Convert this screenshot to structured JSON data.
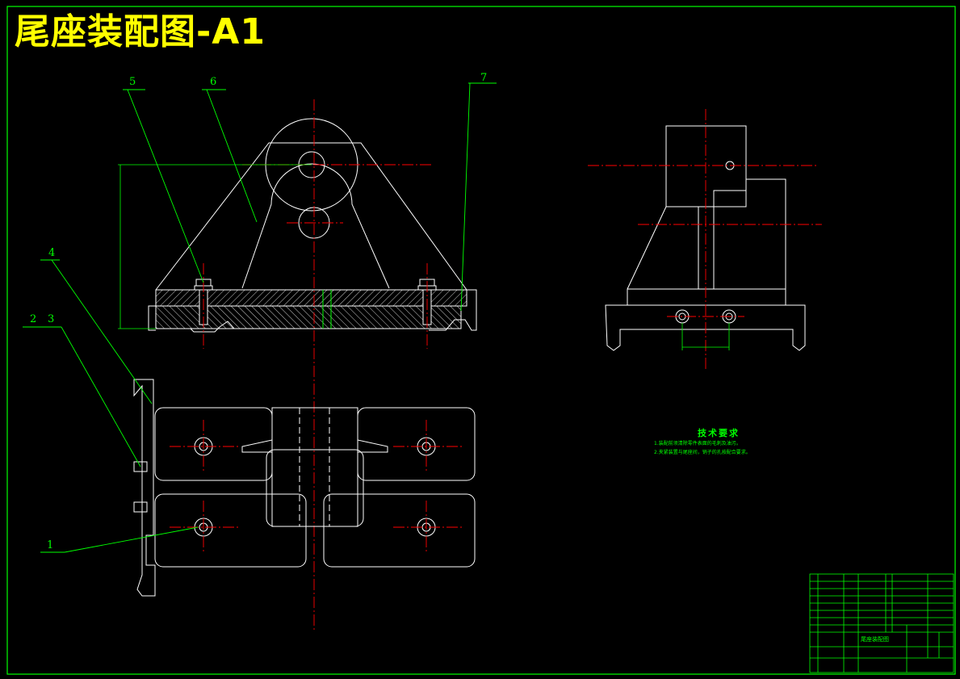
{
  "drawing": {
    "title": "尾座装配图-A1",
    "balloons": [
      "1",
      "2",
      "3",
      "4",
      "5",
      "6",
      "7"
    ],
    "tech_requirements": {
      "heading": "技术要求",
      "lines": [
        "1.装配前须清除零件表面的毛刺及油污。",
        "2.夹紧装置与尾座间，销子的孔按配合要求。"
      ]
    },
    "title_block": {
      "drawing_name": "尾座装配图"
    },
    "colors": {
      "background": "#000000",
      "outline": "#ffffff",
      "centerline": "#ff0000",
      "annotation": "#00ff00",
      "title": "#ffff00"
    }
  }
}
